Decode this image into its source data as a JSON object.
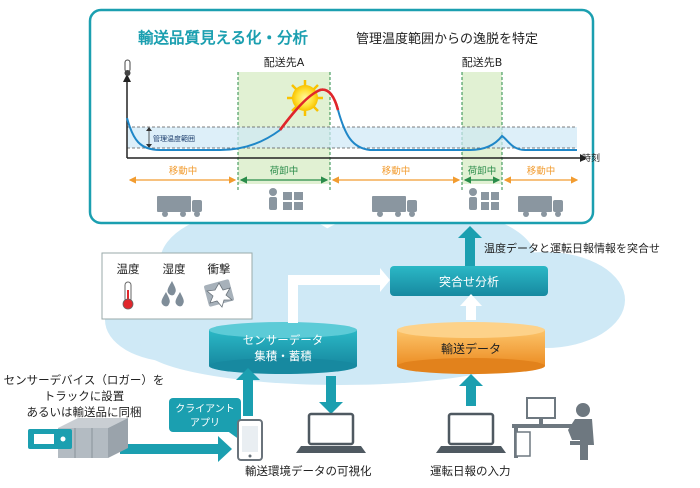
{
  "top_panel": {
    "title": "輸送品質見える化・分析",
    "subtitle": "管理温度範囲からの逸脱を特定",
    "dest_a": "配送先A",
    "dest_b": "配送先B",
    "range_label": "管理温度範囲",
    "time_label": "時刻",
    "phases": [
      "移動中",
      "荷卸中",
      "移動中",
      "荷卸中",
      "移動中"
    ]
  },
  "sensors": {
    "labels": [
      "温度",
      "湿度",
      "衝撃"
    ]
  },
  "combine": {
    "box_label": "突合せ分析",
    "arrow_label": "温度データと運転日報情報を突合せ"
  },
  "sensor_db": {
    "line1": "センサーデータ",
    "line2": "集積・蓄積"
  },
  "transport_db": {
    "label": "輸送データ"
  },
  "client_app": {
    "line1": "クライアント",
    "line2": "アプリ"
  },
  "device": {
    "line1": "センサーデバイス（ロガー）を",
    "line2": "トラックに設置",
    "line3": "あるいは輸送品に同梱"
  },
  "bottom": {
    "vis_label": "輸送環境データの可視化",
    "input_label": "運転日報の入力"
  },
  "colors": {
    "teal": "#1b9fb0",
    "orange": "#f29c30",
    "green": "#2a8c4a",
    "curve": "#1f87c8",
    "excursion": "#e0262b"
  }
}
